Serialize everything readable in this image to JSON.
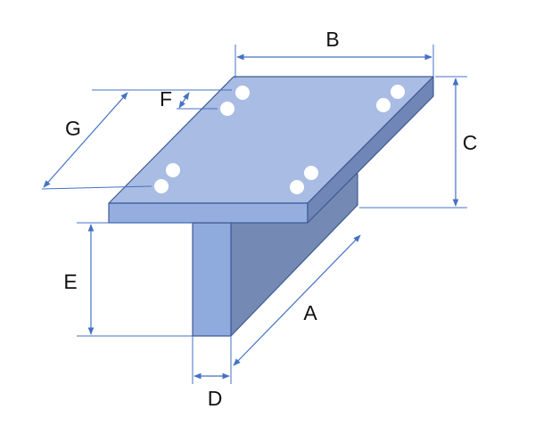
{
  "diagram": {
    "labels": {
      "A": "A",
      "B": "B",
      "C": "C",
      "D": "D",
      "E": "E",
      "F": "F",
      "G": "G"
    },
    "colors": {
      "plate_top": "#A9BCE3",
      "plate_front": "#95AEDF",
      "plate_side": "#6F86B6",
      "web_front": "#8FABDD",
      "web_side": "#7489B4",
      "edge": "#3E5B95",
      "dimension_line": "#4472C4",
      "hole": "#FFFFFF"
    }
  }
}
